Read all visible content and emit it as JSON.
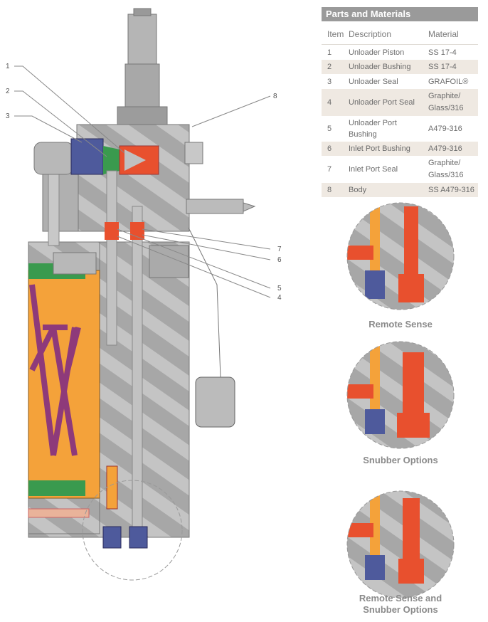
{
  "callouts": [
    "1",
    "2",
    "3",
    "4",
    "5",
    "6",
    "7",
    "8"
  ],
  "parts_table": {
    "title": "Parts and Materials",
    "headers": {
      "item": "Item",
      "description": "Description",
      "material": "Material"
    },
    "rows": [
      {
        "item": "1",
        "description": "Unloader Piston",
        "material": "SS 17-4"
      },
      {
        "item": "2",
        "description": "Unloader Bushing",
        "material": "SS 17-4"
      },
      {
        "item": "3",
        "description": "Unloader Seal",
        "material": "GRAFOIL®"
      },
      {
        "item": "4",
        "description": "Unloader Port Seal",
        "material": "Graphite/ Glass/316"
      },
      {
        "item": "5",
        "description": "Unloader Port Bushing",
        "material": "A479-316"
      },
      {
        "item": "6",
        "description": "Inlet Port Bushing",
        "material": "A479-316"
      },
      {
        "item": "7",
        "description": "Inlet Port Seal",
        "material": "Graphite/ Glass/316"
      },
      {
        "item": "8",
        "description": "Body",
        "material": "SS A479-316"
      }
    ]
  },
  "options": [
    {
      "caption": "Remote Sense"
    },
    {
      "caption": "Snubber Options"
    },
    {
      "caption": "Remote Sense and Snubber Options"
    }
  ],
  "colors": {
    "body": "#a9a9a9",
    "orange": "#f4a23a",
    "red": "#e8502e",
    "blue": "#4e5a9c",
    "green": "#3a9a4e",
    "purple": "#8e3a7a"
  }
}
